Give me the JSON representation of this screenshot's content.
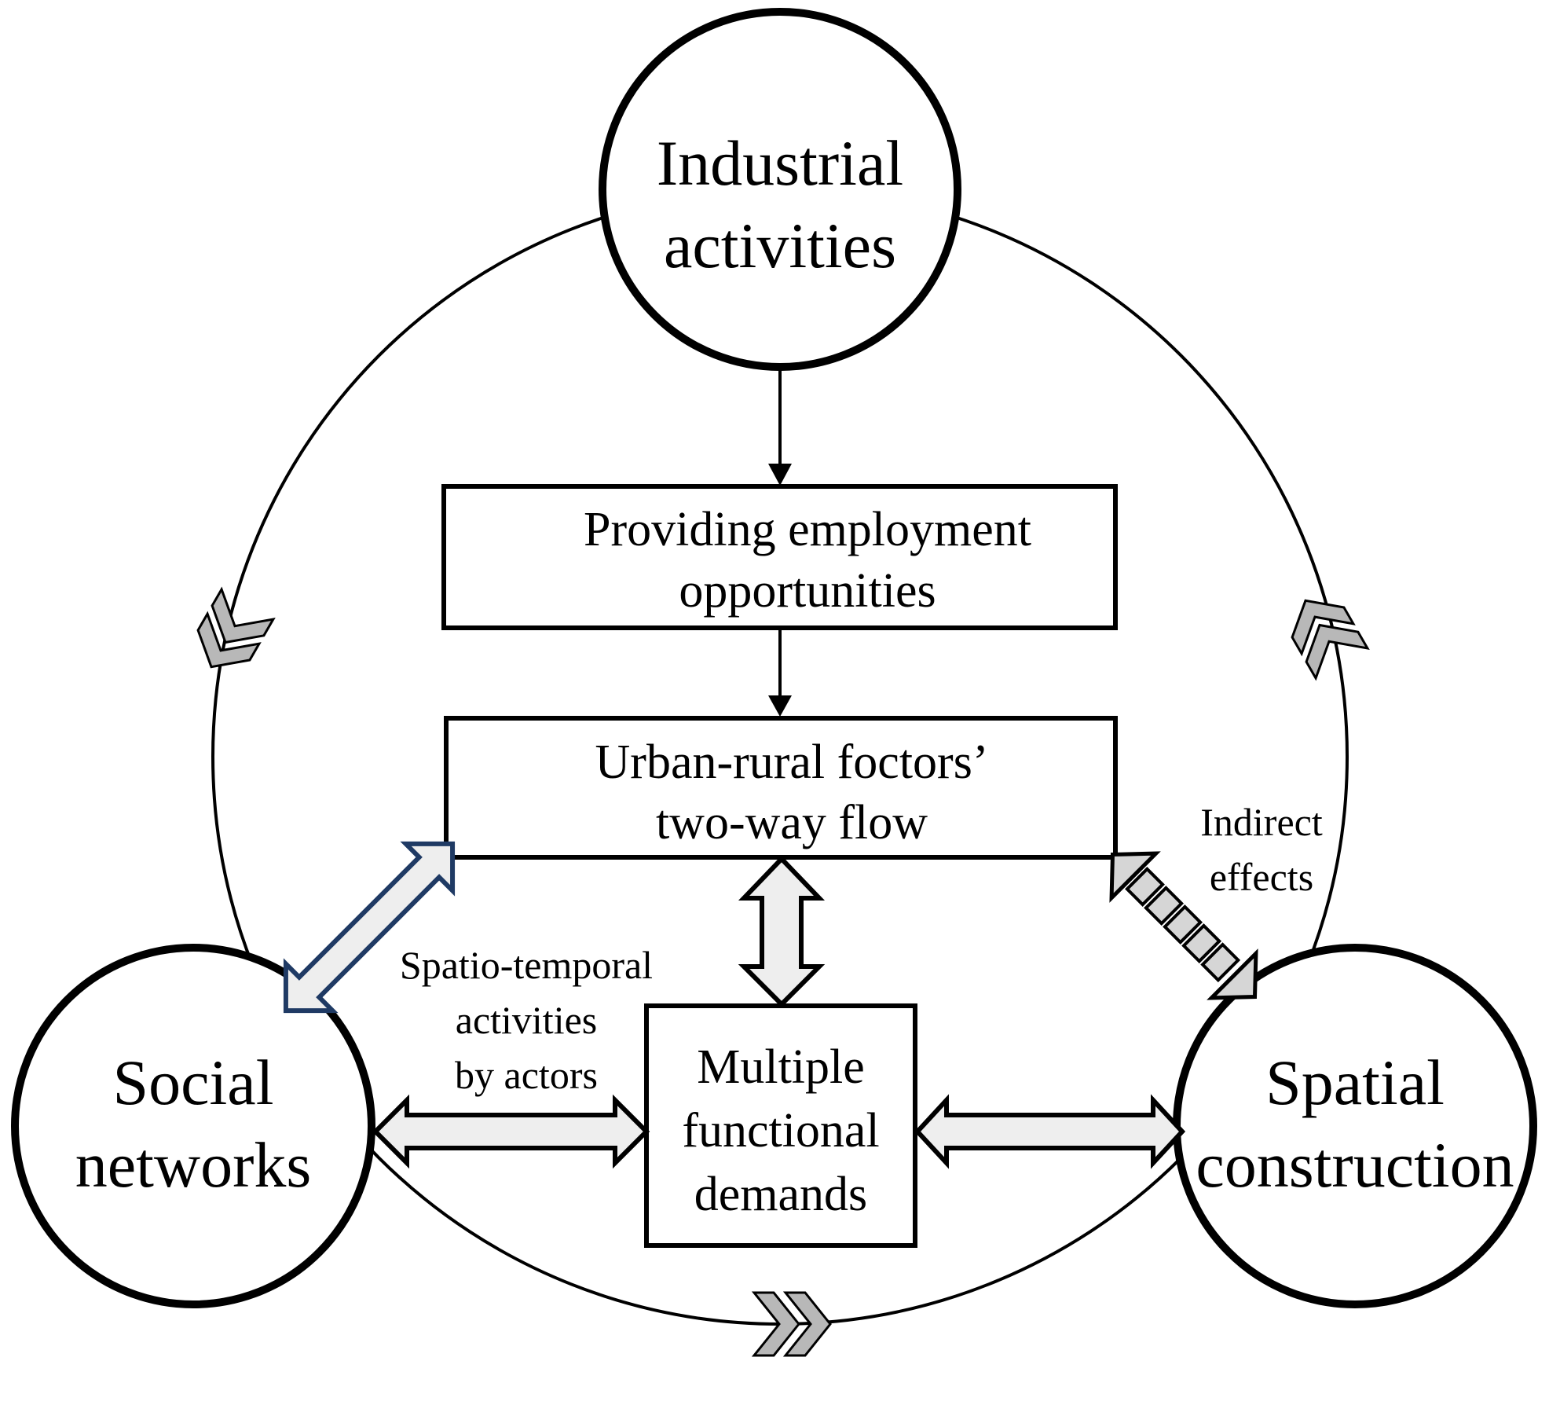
{
  "nodes": {
    "industrial": {
      "lines": [
        "Industrial",
        "activities"
      ]
    },
    "social": {
      "lines": [
        "Social",
        "networks"
      ]
    },
    "spatial": {
      "lines": [
        "Spatial",
        "construction"
      ]
    }
  },
  "boxes": {
    "employment": {
      "lines": [
        "Providing employment",
        "opportunities"
      ]
    },
    "flow": {
      "lines": [
        "Urban-rural foctors’",
        "two-way flow"
      ]
    },
    "demands": {
      "lines": [
        "Multiple",
        "functional",
        "demands"
      ]
    }
  },
  "labels": {
    "spatio": {
      "lines": [
        "Spatio-temporal",
        "activities",
        "by actors"
      ]
    },
    "indirect": {
      "lines": [
        "Indirect",
        "effects"
      ]
    }
  },
  "colors": {
    "stroke": "#000000",
    "chevron_fill": "#b8b8b8",
    "hollow_arrow_fill": "#eeeeee",
    "navy_outline": "#1f3a64",
    "dashed_arrow_fill": "#d6d6d6"
  }
}
